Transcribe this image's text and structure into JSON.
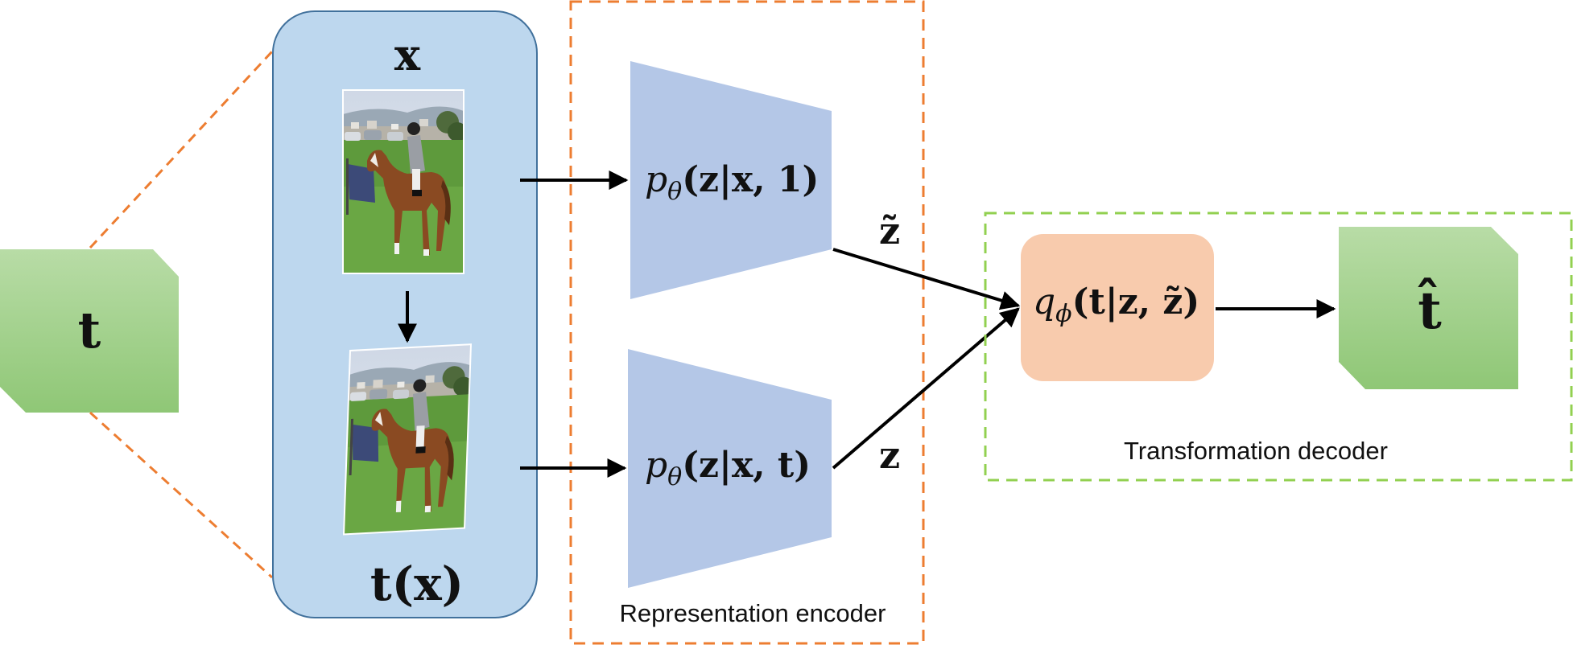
{
  "labels": {
    "t": "t",
    "x": "x",
    "tx": "t(x)",
    "z_tilde": "z̃",
    "z": "z",
    "t_hat": "t̂"
  },
  "encoder_top": {
    "p": "p",
    "theta": "θ",
    "args": "(z|x, 1)"
  },
  "encoder_bottom": {
    "p": "p",
    "theta": "θ",
    "args": "(z|x, t)"
  },
  "decoder": {
    "q": "q",
    "phi": "ϕ",
    "args": "(t|z, z̃)"
  },
  "captions": {
    "encoder": "Representation encoder",
    "decoder": "Transformation decoder"
  },
  "icons": {
    "photo_original": "horse-rider-photo",
    "photo_transformed": "horse-rider-photo-warped"
  },
  "colors": {
    "green_box": "#9fcf8a",
    "input_panel": "#bdd7ee",
    "encoder_trapezoid": "#b4c7e7",
    "decoder_box": "#f8cbad",
    "orange_dash": "#ed7d31",
    "green_dash": "#92d050"
  }
}
